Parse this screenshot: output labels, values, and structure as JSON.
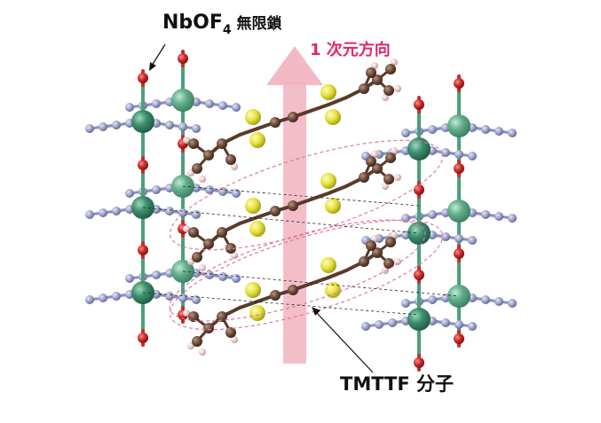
{
  "labels": {
    "chain_prefix": "NbOF",
    "chain_subscript": "4",
    "chain_suffix": " 無限鎖",
    "direction": "1 次元方向",
    "molecule": "TMTTF 分子"
  },
  "colors": {
    "direction_text": "#e0266e",
    "arrow_fill": "#f2b3bf",
    "nb_atom": "#3d8f6f",
    "nb_atom_light": "#63ae8c",
    "o_atom": "#cc2b2b",
    "f_atom": "#9aa0c8",
    "s_atom": "#e3df3a",
    "c_atom": "#6b4a3a",
    "h_atom": "#e8c4c4",
    "bond_green": "#4aa07a",
    "dashed_ellipse": "#e07aa0",
    "text_black": "#111111"
  }
}
